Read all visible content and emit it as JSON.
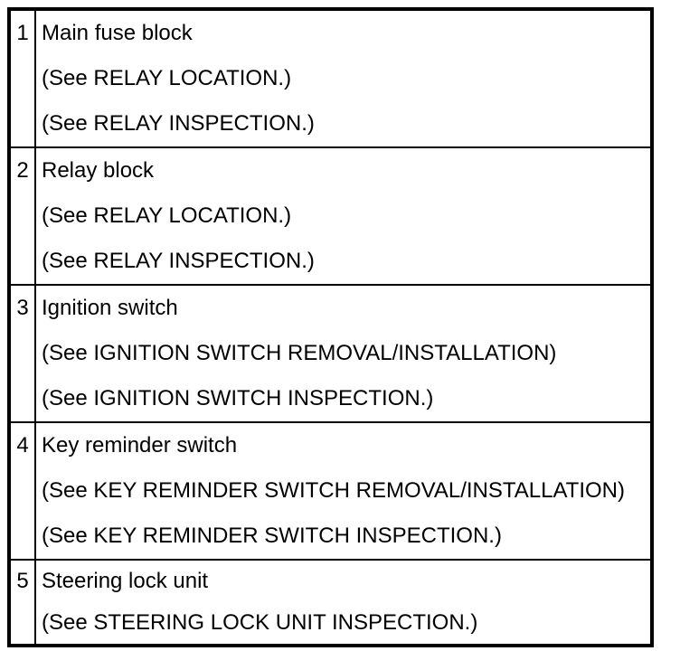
{
  "colors": {
    "border": "#000000",
    "background": "#ffffff",
    "text": "#000000"
  },
  "table": {
    "rows": [
      {
        "num": "1",
        "lines": [
          "Main fuse block",
          "(See RELAY LOCATION.)",
          "(See RELAY INSPECTION.)"
        ]
      },
      {
        "num": "2",
        "lines": [
          "Relay block",
          "(See RELAY LOCATION.)",
          "(See RELAY INSPECTION.)"
        ]
      },
      {
        "num": "3",
        "lines": [
          "Ignition switch",
          "(See IGNITION SWITCH REMOVAL/INSTALLATION)",
          "(See IGNITION SWITCH INSPECTION.)"
        ]
      },
      {
        "num": "4",
        "lines": [
          "Key reminder switch",
          "(See KEY REMINDER SWITCH REMOVAL/INSTALLATION)",
          "(See KEY REMINDER SWITCH INSPECTION.)"
        ]
      },
      {
        "num": "5",
        "lines": [
          "Steering lock unit",
          "(See STEERING LOCK UNIT INSPECTION.)"
        ]
      }
    ]
  }
}
